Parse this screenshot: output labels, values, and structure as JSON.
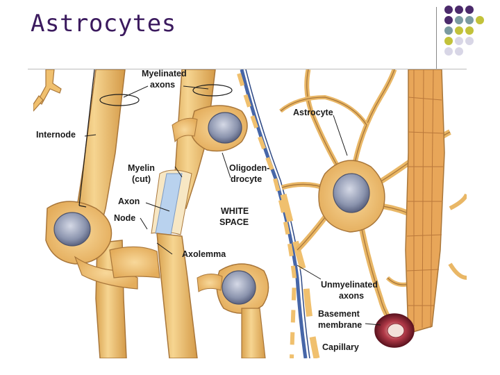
{
  "slide": {
    "title": "Astrocytes"
  },
  "decoration": {
    "dot_colors": [
      "#4b2a6b",
      "#7a9aa0",
      "#c2c23a",
      "#d8d6e6"
    ]
  },
  "figure": {
    "labels": {
      "myelinated_axons": [
        "Myelinated",
        "axons"
      ],
      "internode": "Internode",
      "myelin_cut": [
        "Myelin",
        "(cut)"
      ],
      "axon": "Axon",
      "node": "Node",
      "axolemma": "Axolemma",
      "oligodendrocyte": [
        "Oligoden-",
        "drocyte"
      ],
      "white_space": [
        "WHITE",
        "SPACE"
      ],
      "astrocyte": "Astrocyte",
      "unmyelinated_axons": [
        "Unmyelinated",
        "axons"
      ],
      "basement_membrane": [
        "Basement",
        "membrane"
      ],
      "capillary": "Capillary"
    },
    "colors": {
      "process_fill": "#f0c06e",
      "process_edge": "#a8763a",
      "nucleus_fill": "#8a93ad",
      "nucleus_light": "#c7ccdb",
      "axon_blue": "#b9d2ee",
      "unmyelinated_blue": "#4666a8",
      "capillary_red": "#7a1f2b"
    }
  }
}
